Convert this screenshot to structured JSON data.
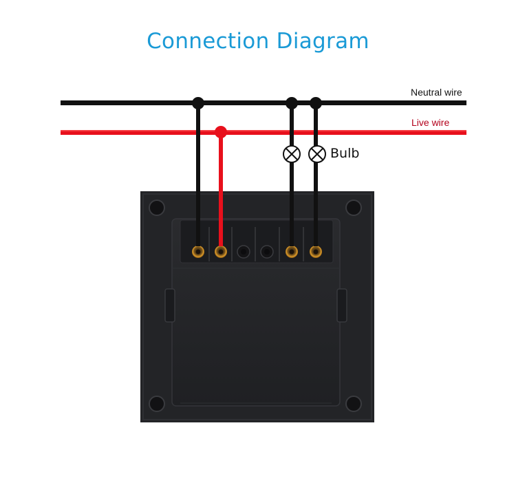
{
  "title": "Connection Diagram",
  "wires": {
    "neutral_label": "Neutral wire",
    "live_label": "Live wire",
    "neutral_color": "#111111",
    "live_color": "#e8101c"
  },
  "bulb_label": "Bulb",
  "colors": {
    "title": "#1a9ad6",
    "switch_body": "#232427",
    "terminal": "#c8861e"
  }
}
